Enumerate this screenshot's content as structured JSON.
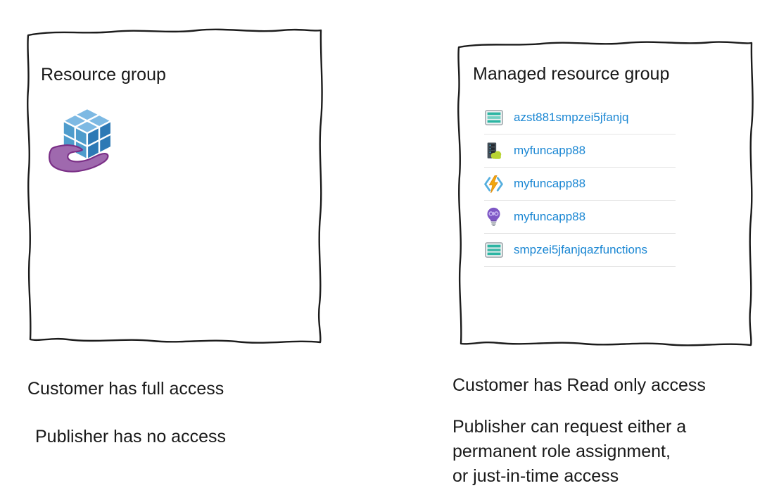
{
  "diagram": {
    "left": {
      "title": "Resource group",
      "icon": "resource-group-managed-icon",
      "caption_customer": "Customer has full access",
      "caption_publisher": "Publisher has no access"
    },
    "right": {
      "title": "Managed resource group",
      "resources": [
        {
          "icon": "storage-account-icon",
          "name": "azst881smpzei5jfanjq"
        },
        {
          "icon": "app-service-plan-icon",
          "name": "myfuncapp88"
        },
        {
          "icon": "function-app-icon",
          "name": "myfuncapp88"
        },
        {
          "icon": "application-insights-icon",
          "name": "myfuncapp88"
        },
        {
          "icon": "storage-account-icon",
          "name": "smpzei5jfanjqazfunctions"
        }
      ],
      "caption_customer": "Customer has Read only access",
      "caption_publisher_lines": [
        "Publisher can request either a",
        "permanent role assignment,",
        "or just-in-time access"
      ]
    },
    "colors": {
      "link_blue": "#1b87d3",
      "box_border": "#1c1c1c",
      "row_separator": "#e5e5e5",
      "storage_teal": "#2cb5a3",
      "function_orange": "#f2a60d",
      "insights_purple": "#7e57c5",
      "plan_green": "#b8d432",
      "hand_purple": "#9f69ae",
      "cube_blue_top": "#7db9e3",
      "cube_blue_left": "#4e9ccc",
      "cube_blue_right": "#2d79b5"
    }
  }
}
